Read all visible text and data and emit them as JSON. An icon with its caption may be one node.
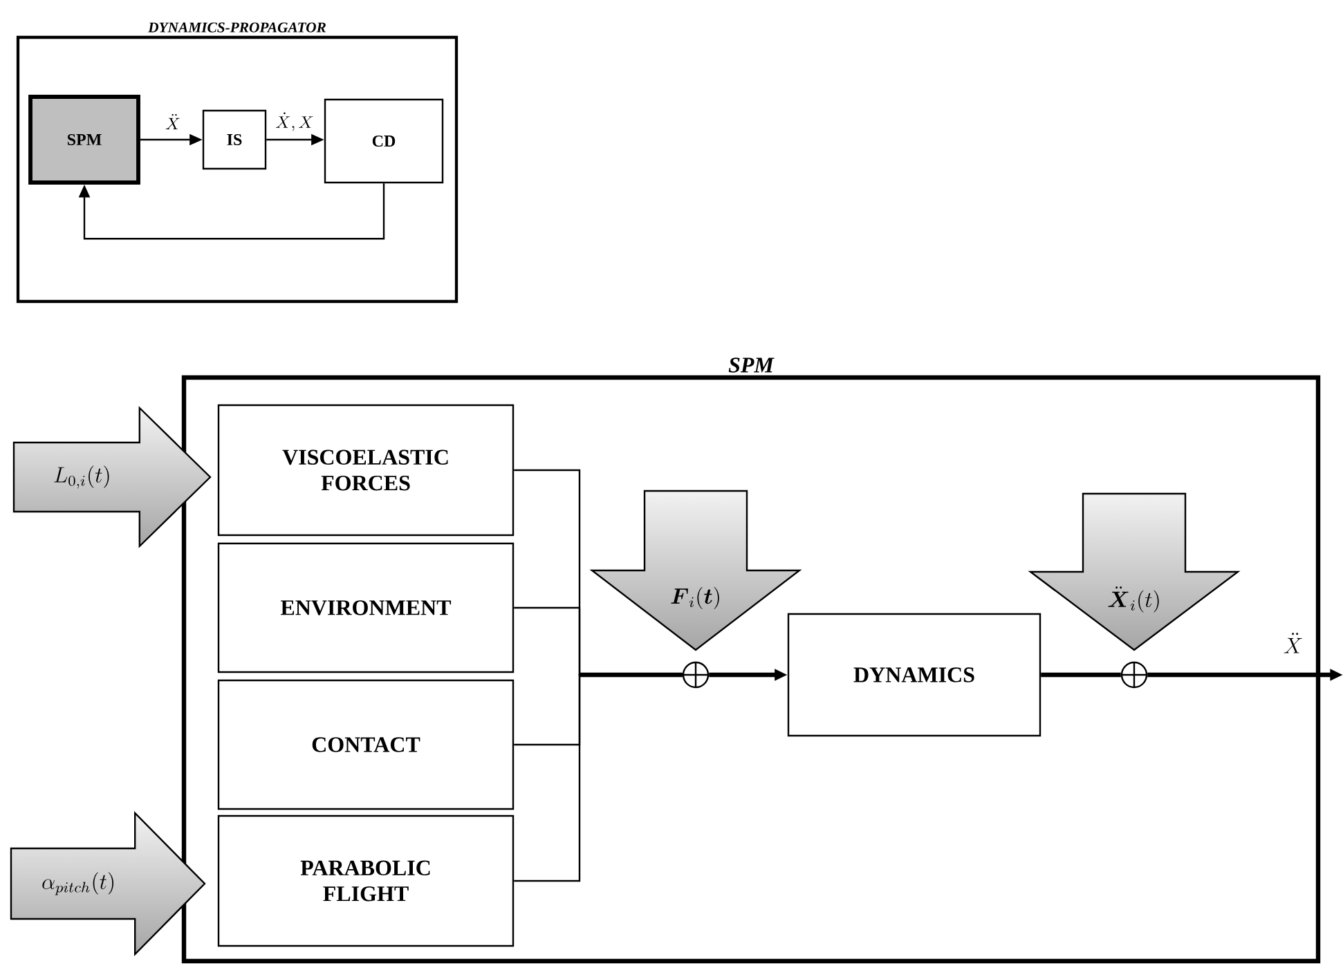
{
  "diagram": {
    "nodes": [
      {
        "text": [
          "DYNAMICS-PROPAGATOR"
        ]
      },
      {
        "text": [
          "SPM"
        ],
        "in": 0
      },
      {
        "text": [
          "IS"
        ],
        "in": 0
      },
      {
        "text": [
          "CD"
        ],
        "in": 0
      },
      {
        "text": [
          "SPM"
        ]
      },
      {
        "text": [
          "VISCOELASTIC FORCES"
        ],
        "in": 4
      },
      {
        "text": [
          "ENVIRONMENT"
        ],
        "in": 4
      },
      {
        "text": [
          "CONTACT"
        ],
        "in": 4
      },
      {
        "text": [
          "PARABOLIC FLIGHT"
        ],
        "in": 4
      },
      {
        "text": [
          "DYNAMICS"
        ],
        "in": 4
      },
      {
        "text": [
          "L_{0,i}(t)"
        ]
      },
      {
        "text": [
          "\\alpha_{pitch}(t)"
        ]
      },
      {
        "text": [
          "\\boldsymbol{F}_{i}(\\boldsymbol{t})"
        ],
        "in": 4
      },
      {
        "text": [
          "\\ddot{\\boldsymbol{X}}_{i}(t)"
        ],
        "in": 4
      },
      {
        "text": [],
        "shape": "circle",
        "in": 4
      },
      {
        "text": [],
        "shape": "circle",
        "in": 4
      }
    ],
    "edges": [
      {
        "from": 1,
        "to": 2,
        "arrow": "to",
        "label": "\\ddot{X}"
      },
      {
        "from": 2,
        "to": 3,
        "arrow": "to",
        "label": "\\dot{X},X"
      },
      {
        "from": 3,
        "to": 1,
        "arrow": "to"
      },
      {
        "from": 5,
        "to": 14,
        "arrow": "none"
      },
      {
        "from": 6,
        "to": 14,
        "arrow": "none"
      },
      {
        "from": 7,
        "to": 14,
        "arrow": "none"
      },
      {
        "from": 8,
        "to": 14,
        "arrow": "none"
      },
      {
        "from": 14,
        "to": 9,
        "arrow": "to",
        "style": "thick"
      },
      {
        "from": 9,
        "to": 15,
        "arrow": "none",
        "style": "thick"
      },
      {
        "from": 15,
        "to": null,
        "arrow": "to",
        "style": "thick",
        "label": "\\ddot{X}"
      }
    ]
  }
}
